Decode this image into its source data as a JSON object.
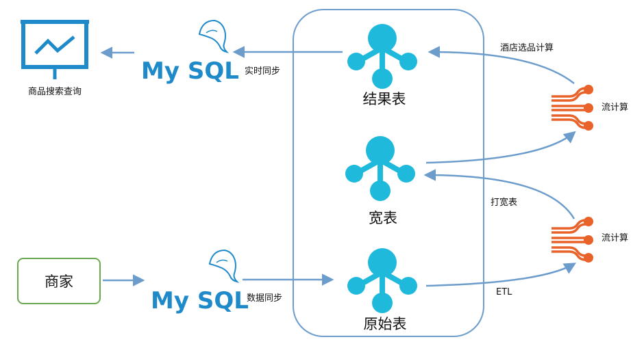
{
  "nodes": {
    "search": {
      "label": "商品搜索查询"
    },
    "merchant": {
      "label": "商家"
    },
    "mysql_top": {
      "label": "My SQL"
    },
    "mysql_bottom": {
      "label": "My SQL"
    },
    "result_table": {
      "label": "结果表"
    },
    "wide_table": {
      "label": "宽表"
    },
    "raw_table": {
      "label": "原始表"
    },
    "stream_top": {
      "label": "流计算"
    },
    "stream_bottom": {
      "label": "流计算"
    }
  },
  "edges": {
    "realtime_sync": "实时同步",
    "data_sync": "数据同步",
    "hotel_select": "酒店选品计算",
    "widen": "打宽表",
    "etl": "ETL"
  },
  "colors": {
    "arrow": "#6b9ccb",
    "table_icon": "#1fb9dc",
    "stream_icon": "#e8622a",
    "monitor_icon": "#1f8ac9",
    "merchant_border": "#6aa84f",
    "container_border": "#6b9ccb"
  }
}
